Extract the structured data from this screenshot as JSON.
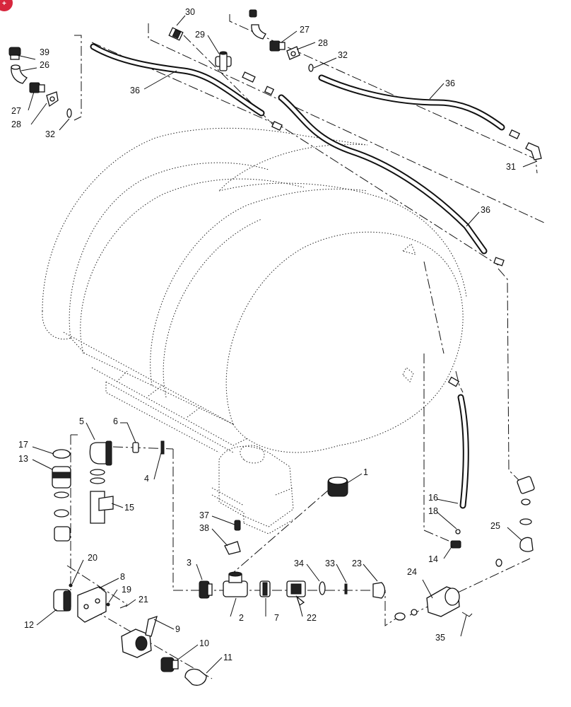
{
  "badge": {
    "text": "+",
    "color": "#d7263d"
  },
  "callouts": {
    "c1": "1",
    "c2": "2",
    "c3": "3",
    "c4": "4",
    "c5": "5",
    "c6": "6",
    "c7": "7",
    "c8": "8",
    "c9": "9",
    "c10": "10",
    "c11": "11",
    "c12": "12",
    "c13": "13",
    "c14": "14",
    "c15": "15",
    "c16": "16",
    "c17": "17",
    "c18": "18",
    "c19": "19",
    "c20": "20",
    "c21": "21",
    "c22": "22",
    "c23": "23",
    "c24": "24",
    "c25": "25",
    "c26": "26",
    "c27a": "27",
    "c27b": "27",
    "c28a": "28",
    "c28b": "28",
    "c29": "29",
    "c30": "30",
    "c31": "31",
    "c32a": "32",
    "c32b": "32",
    "c33": "33",
    "c34": "34",
    "c35": "35",
    "c36a": "36",
    "c36b": "36",
    "c36c": "36",
    "c37": "37",
    "c38": "38",
    "c39": "39"
  }
}
